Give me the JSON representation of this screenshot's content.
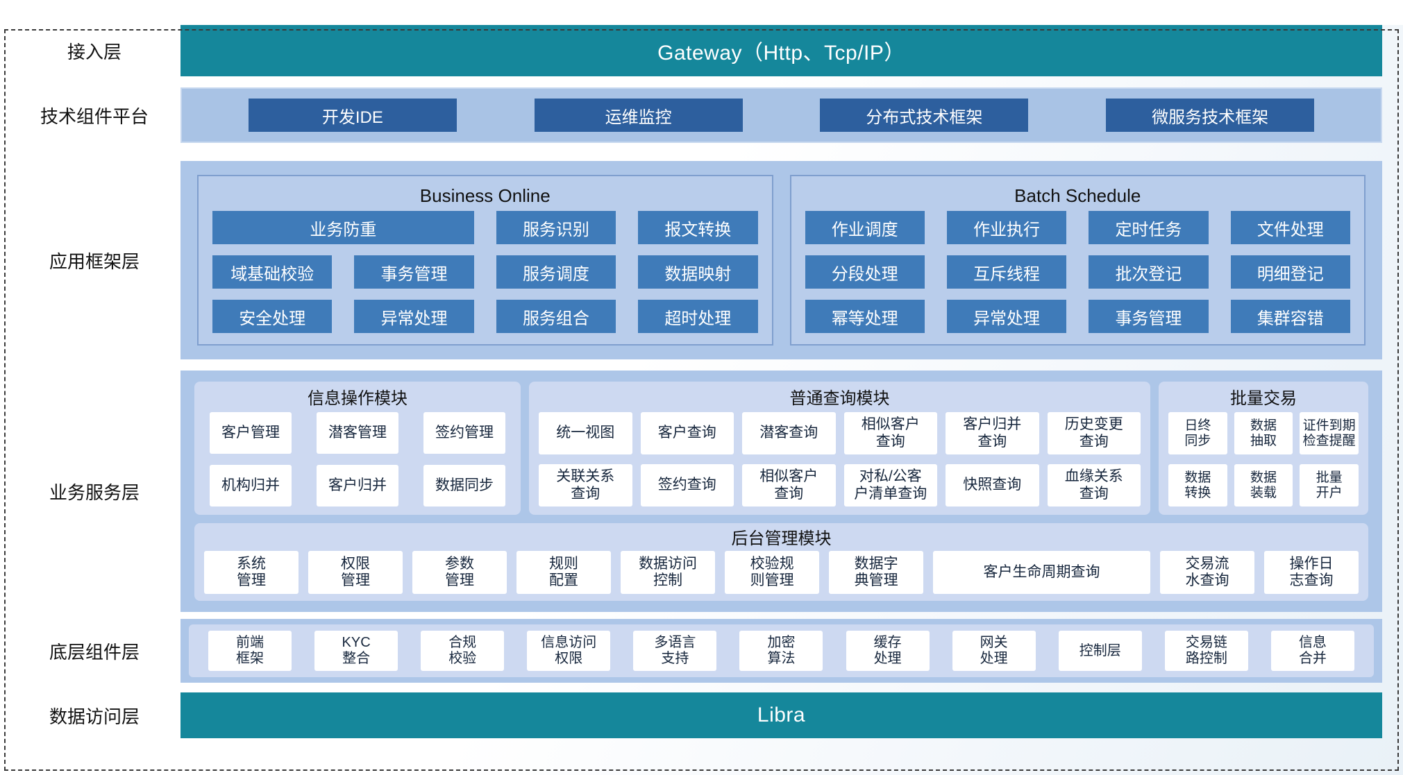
{
  "colors": {
    "teal": "#15879b",
    "band_blue": "#adc6e8",
    "panel_blue": "#b9cdeb",
    "card_blue": "#cdd9f1",
    "dark_button": "#2d5f9e",
    "mid_button": "#3f7bb9",
    "white_button": "#ffffff"
  },
  "left_labels": [
    "接入层",
    "技术组件平台",
    "应用框架层",
    "业务服务层",
    "底层组件层",
    "数据访问层"
  ],
  "gateway": {
    "label": "Gateway（Http、Tcp/IP）"
  },
  "tech_platform": {
    "buttons": [
      "开发IDE",
      "运维监控",
      "分布式技术框架",
      "微服务技术框架"
    ]
  },
  "app_framework": {
    "business_online": {
      "title": "Business Online",
      "row1": [
        "业务防重",
        "服务识别",
        "报文转换"
      ],
      "row2": [
        "域基础校验",
        "事务管理",
        "服务调度",
        "数据映射"
      ],
      "row3": [
        "安全处理",
        "异常处理",
        "服务组合",
        "超时处理"
      ]
    },
    "batch_schedule": {
      "title": "Batch Schedule",
      "row1": [
        "作业调度",
        "作业执行",
        "定时任务",
        "文件处理"
      ],
      "row2": [
        "分段处理",
        "互斥线程",
        "批次登记",
        "明细登记"
      ],
      "row3": [
        "幂等处理",
        "异常处理",
        "事务管理",
        "集群容错"
      ]
    }
  },
  "business_service": {
    "info_module": {
      "title": "信息操作模块",
      "buttons": [
        "客户管理",
        "潜客管理",
        "签约管理",
        "机构归并",
        "客户归并",
        "数据同步"
      ]
    },
    "query_module": {
      "title": "普通查询模块",
      "buttons": [
        "统一视图",
        "客户查询",
        "潜客查询",
        "相似客户\n查询",
        "客户归并\n查询",
        "历史变更\n查询",
        "关联关系\n查询",
        "签约查询",
        "相似客户\n查询",
        "对私/公客\n户清单查询",
        "快照查询",
        "血缘关系\n查询"
      ]
    },
    "batch_module": {
      "title": "批量交易",
      "buttons": [
        "日终\n同步",
        "数据\n抽取",
        "证件到期\n检查提醒",
        "数据\n转换",
        "数据\n装载",
        "批量\n开户"
      ]
    },
    "backend_module": {
      "title": "后台管理模块",
      "buttons": [
        "系统\n管理",
        "权限\n管理",
        "参数\n管理",
        "规则\n配置",
        "数据访问\n控制",
        "校验规\n则管理",
        "数据字\n典管理",
        "客户生命周期查询",
        "交易流\n水查询",
        "操作日\n志查询"
      ]
    }
  },
  "bottom_components": {
    "buttons": [
      "前端\n框架",
      "KYC\n整合",
      "合规\n校验",
      "信息访问\n权限",
      "多语言\n支持",
      "加密\n算法",
      "缓存\n处理",
      "网关\n处理",
      "控制层",
      "交易链\n路控制",
      "信息\n合并"
    ]
  },
  "libra": {
    "label": "Libra"
  }
}
